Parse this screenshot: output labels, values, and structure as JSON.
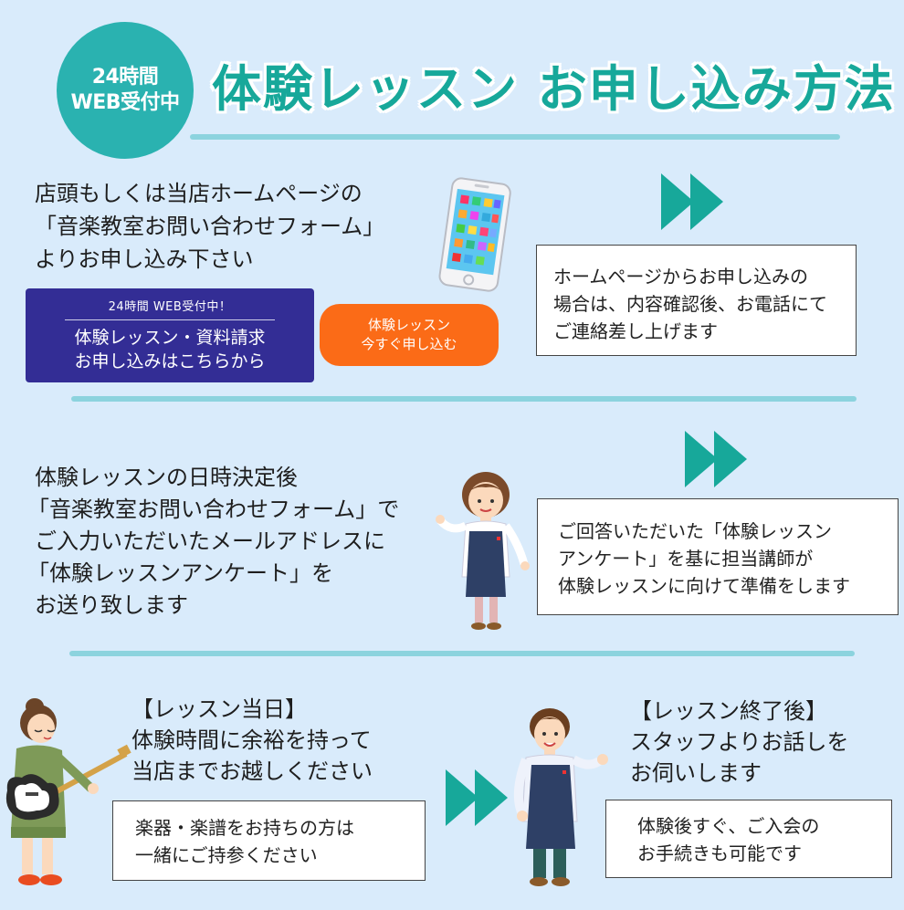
{
  "header": {
    "badge_line1": "24時間",
    "badge_line2": "WEB受付中",
    "title": "体験レッスン お申し込み方法"
  },
  "step1": {
    "lines": [
      "店頭もしくは当店ホームページの",
      "「音楽教室お問い合わせフォーム」",
      "よりお申し込み下さい"
    ],
    "navy_button": {
      "small": "24時間 WEB受付中！",
      "line1": "体験レッスン・資料請求",
      "line2": "お申し込みはこちらから"
    },
    "orange_button": {
      "line1": "体験レッスン",
      "line2": "今すぐ申し込む"
    },
    "note_lines": [
      "ホームページからお申し込みの",
      "場合は、内容確認後、お電話にて",
      "ご連絡差し上げます"
    ]
  },
  "step2": {
    "lines": [
      "体験レッスンの日時決定後",
      "「音楽教室お問い合わせフォーム」で",
      "ご入力いただいたメールアドレスに",
      "「体験レッスンアンケート」を",
      "お送り致します"
    ],
    "note_lines": [
      "ご回答いただいた「体験レッスン",
      "アンケート」を基に担当講師が",
      "体験レッスンに向けて準備をします"
    ]
  },
  "step3": {
    "lines": [
      "【レッスン当日】",
      "体験時間に余裕を持って",
      "当店までお越しください"
    ],
    "note_lines": [
      "楽器・楽譜をお持ちの方は",
      "一緒にご持参ください"
    ]
  },
  "step4": {
    "lines": [
      "【レッスン終了後】",
      "スタッフよりお話しを",
      "お伺いします"
    ],
    "note_lines": [
      "体験後すぐ、ご入会の",
      "お手続きも可能です"
    ]
  },
  "colors": {
    "background": "#d9ebfb",
    "teal": "#2ab2b0",
    "title": "#17a89a",
    "navy": "#332d95",
    "orange": "#fb6b17",
    "rule": "#8cd3de"
  },
  "icons": [
    "phone-icon",
    "double-arrow-icon",
    "staff-woman-illustration",
    "guitar-woman-illustration",
    "staff-man-illustration"
  ]
}
